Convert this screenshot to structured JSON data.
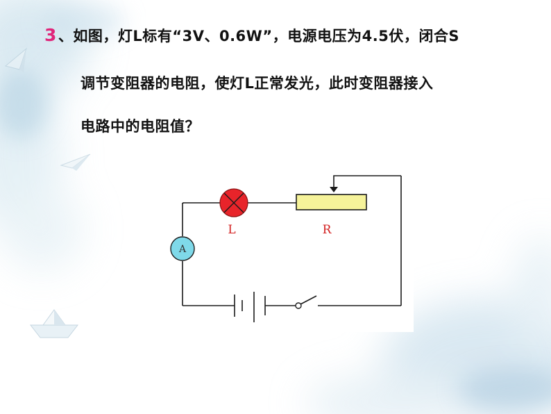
{
  "question": {
    "number": "3",
    "line1": "、如图，灯L标有“3V、0.6W”，电源电压为4.5伏，闭合S",
    "line2": "调节变阻器的电阻，使灯L正常发光，此时变阻器接入",
    "line3": "电路中的电阻值？"
  },
  "circuit": {
    "lamp_label": "L",
    "rheostat_label": "R",
    "ammeter_label": "A"
  },
  "colors": {
    "question_number": "#e0257a",
    "lamp": "#e8242a",
    "rheostat": "#f6f39a",
    "ammeter": "#7fd9e9",
    "component_label": "#d21d1d"
  }
}
